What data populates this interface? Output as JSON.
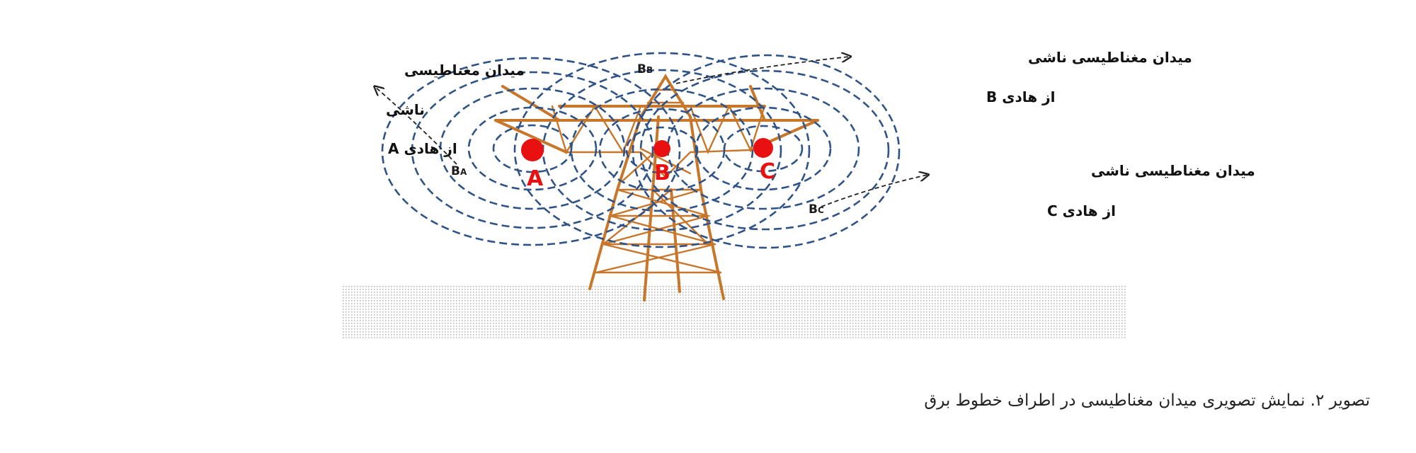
{
  "labels": {
    "field_A_line1": "میدان مغناطیسی",
    "field_A_line2": "ناشی",
    "field_A_line3": "از هادی A",
    "field_B_line1": "میدان مغناطیسی ناشی",
    "field_B_line2": "از هادی B",
    "field_C_line1": "میدان مغناطیسی ناشی",
    "field_C_line2": "از هادی C",
    "field_symbol_A_main": "B",
    "field_symbol_A_sub": "A",
    "field_symbol_B_main": "B",
    "field_symbol_B_sub": "B",
    "field_symbol_C_main": "B",
    "field_symbol_C_sub": "C"
  },
  "conductors": [
    {
      "name": "A",
      "color": "#e81010"
    },
    {
      "name": "B",
      "color": "#e81010"
    },
    {
      "name": "C",
      "color": "#e81010"
    }
  ],
  "colors": {
    "field_lines": "#2f5387",
    "tower": "#c8772a",
    "conductor": "#e81010"
  },
  "caption": "تصویر ۲. نمایش تصویری میدان مغناطیسی در اطراف خطوط برق"
}
